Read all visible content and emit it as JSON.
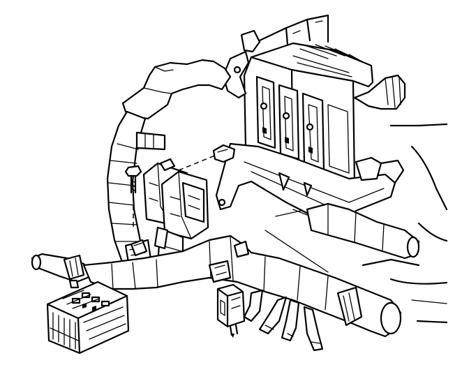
{
  "diagram": {
    "kind": "technical line drawing",
    "colors": {
      "ink": "#000000",
      "paper": "#ffffff"
    },
    "parts": [
      "engine-control-module",
      "module-mounting-bracket",
      "wiring-harness",
      "harness-connectors",
      "mounting-bolt",
      "fuse-relay-block",
      "small-connector",
      "harness-clips"
    ]
  }
}
